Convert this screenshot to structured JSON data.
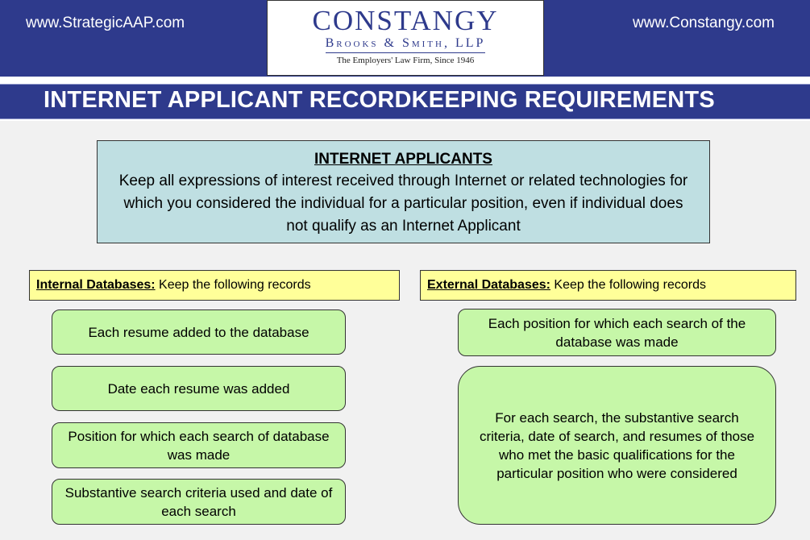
{
  "header": {
    "left_url": "www.StrategicAAP.com",
    "right_url": "www.Constangy.com",
    "logo": {
      "name": "CONSTANGY",
      "subtitle": "Brooks & Smith, LLP",
      "tagline": "The Employers' Law Firm, Since 1946"
    }
  },
  "title": "INTERNET APPLICANT RECORDKEEPING REQUIREMENTS",
  "main_box": {
    "heading": "INTERNET APPLICANTS",
    "text": "Keep all expressions of interest received through Internet or related technologies for which you considered the individual for a particular position, even if individual does not qualify as an Internet Applicant"
  },
  "internal": {
    "label": "Internal Databases:",
    "suffix": " Keep the following records",
    "items": [
      "Each resume added to the database",
      "Date each resume was added",
      "Position for which each search of database was made",
      "Substantive search criteria used and date of each search"
    ]
  },
  "external": {
    "label": "External Databases:",
    "suffix": " Keep the following records",
    "items": [
      "Each position for which each search of the database was made",
      "For each search, the substantive search criteria, date of search, and resumes of those who met the basic qualifications for the particular position who were considered"
    ]
  },
  "colors": {
    "header_bg": "#2e3a8c",
    "main_box_bg": "#bfdfe2",
    "db_header_bg": "#ffff99",
    "card_bg": "#c6f7a8"
  }
}
